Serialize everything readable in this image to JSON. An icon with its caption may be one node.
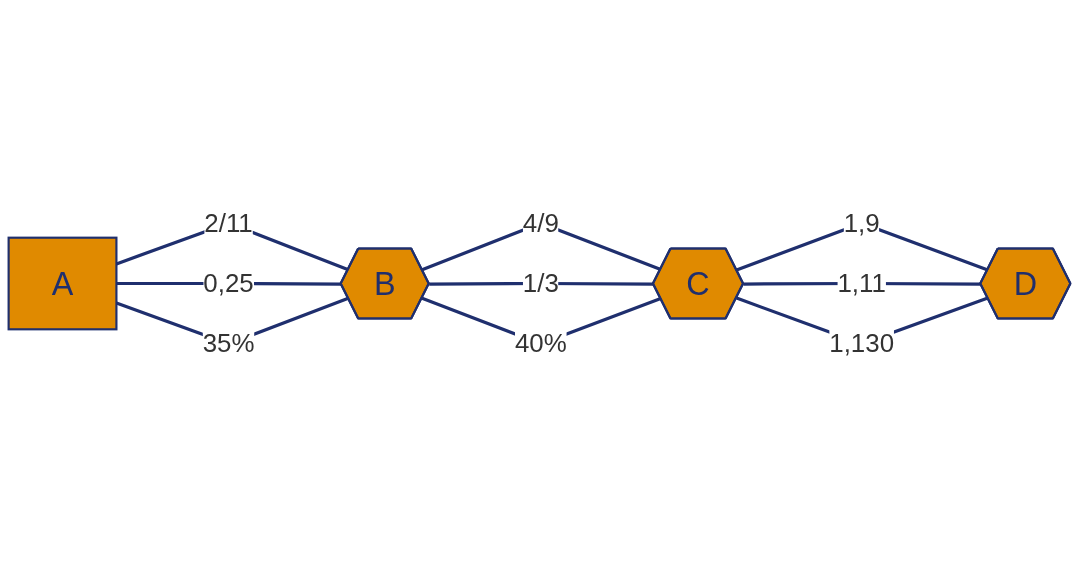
{
  "diagram": {
    "nodes": [
      {
        "text": [
          "A"
        ]
      },
      {
        "text": [
          "B"
        ]
      },
      {
        "text": [
          "C"
        ]
      },
      {
        "text": [
          "D"
        ]
      }
    ],
    "edges": [
      {
        "from": 0,
        "to": 1,
        "arrow": "none",
        "label": "2/11"
      },
      {
        "from": 0,
        "to": 1,
        "arrow": "none",
        "label": "0,25"
      },
      {
        "from": 0,
        "to": 1,
        "arrow": "none",
        "label": "35%"
      },
      {
        "from": 1,
        "to": 2,
        "arrow": "none",
        "label": "4/9"
      },
      {
        "from": 1,
        "to": 2,
        "arrow": "none",
        "label": "1/3"
      },
      {
        "from": 1,
        "to": 2,
        "arrow": "none",
        "label": "40%"
      },
      {
        "from": 2,
        "to": 3,
        "arrow": "none",
        "label": "1,9"
      },
      {
        "from": 2,
        "to": 3,
        "arrow": "none",
        "label": "1,11"
      },
      {
        "from": 2,
        "to": 3,
        "arrow": "none",
        "label": "1,130"
      }
    ]
  }
}
